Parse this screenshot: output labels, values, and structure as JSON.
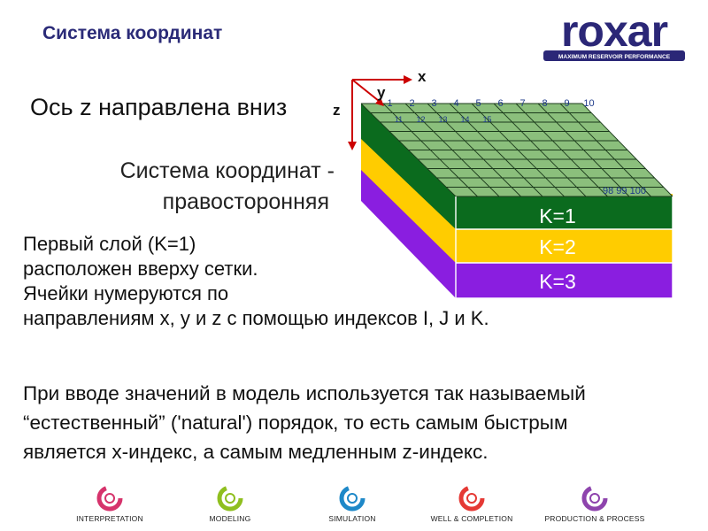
{
  "header": {
    "title": "Система координат",
    "logo": {
      "name": "roxar",
      "tagline": "MAXIMUM RESERVOIR PERFORMANCE",
      "icon": "roxar-logo"
    }
  },
  "statements": {
    "z_axis": "Ось z направлена вниз",
    "right_handed": [
      "Система координат -",
      "правосторонняя"
    ]
  },
  "paragraph_1": [
    "Первый слой (K=1)",
    "расположен вверху сетки.",
    "Ячейки нумеруются по",
    "направлениям x, y и z с помощью индексов I, J и K."
  ],
  "paragraph_2": [
    "При вводе значений в модель используется так называемый",
    "“естественный” ('natural') порядок, то есть самым быстрым",
    "является x-индекс, а самым медленным z-индекс."
  ],
  "diagram": {
    "axis_labels": {
      "x": "x",
      "y": "y",
      "z": "z"
    },
    "row1_numbers": [
      "1",
      "2",
      "3",
      "4",
      "5",
      "6",
      "7",
      "8",
      "9",
      "10"
    ],
    "row2_numbers": [
      "11",
      "12",
      "13",
      "14",
      "15"
    ],
    "end_numbers": "98 99 100",
    "layers": [
      {
        "label": "K=1",
        "color": "#0b6b1e",
        "label_color": "#ffffff"
      },
      {
        "label": "K=2",
        "color": "#ffcc00",
        "label_color": "#ffffff"
      },
      {
        "label": "K=3",
        "color": "#8a1ee0",
        "label_color": "#ffffff"
      }
    ],
    "top_color": "#8bbf7c",
    "axis_color": "#cc0000"
  },
  "footer": {
    "items": [
      {
        "label": "INTERPRETATION",
        "icon": "interpretation-icon",
        "color": "#d6336c"
      },
      {
        "label": "MODELING",
        "icon": "modeling-icon",
        "color": "#8fbf1f"
      },
      {
        "label": "SIMULATION",
        "icon": "simulation-icon",
        "color": "#1e88c8"
      },
      {
        "label": "WELL & COMPLETION",
        "icon": "well-completion-icon",
        "color": "#e53935"
      },
      {
        "label": "PRODUCTION & PROCESS",
        "icon": "production-process-icon",
        "color": "#8e44ad"
      }
    ]
  }
}
